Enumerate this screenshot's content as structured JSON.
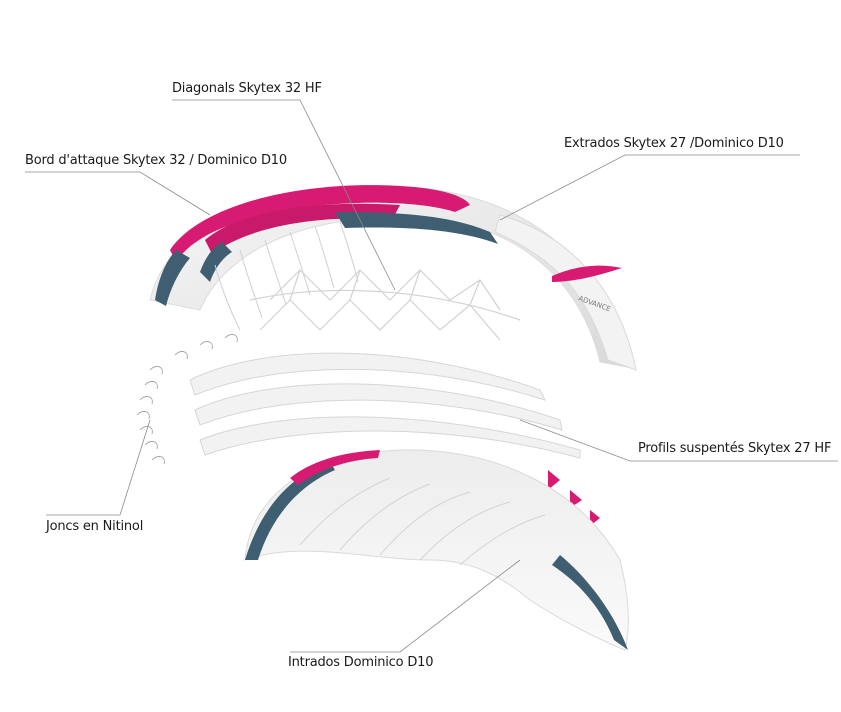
{
  "colors": {
    "accent_pink": "#d81b72",
    "accent_blue": "#3f5e72",
    "fabric_white": "#f1f1f1",
    "fabric_shadow": "#cfcfcf",
    "leader_line": "#8a8a8a"
  },
  "callouts": {
    "diagonals": "Diagonals Skytex 32 HF",
    "leading_edge": "Bord d'attaque Skytex 32 / Dominico D10",
    "upper_surface": "Extrados Skytex 27 /Dominico D10",
    "suspended_profiles": "Profils suspentés Skytex 27 HF",
    "nitinol_rods": "Joncs en Nitinol",
    "lower_surface": "Intrados Dominico D10"
  },
  "logo_text": "ADVANCE"
}
